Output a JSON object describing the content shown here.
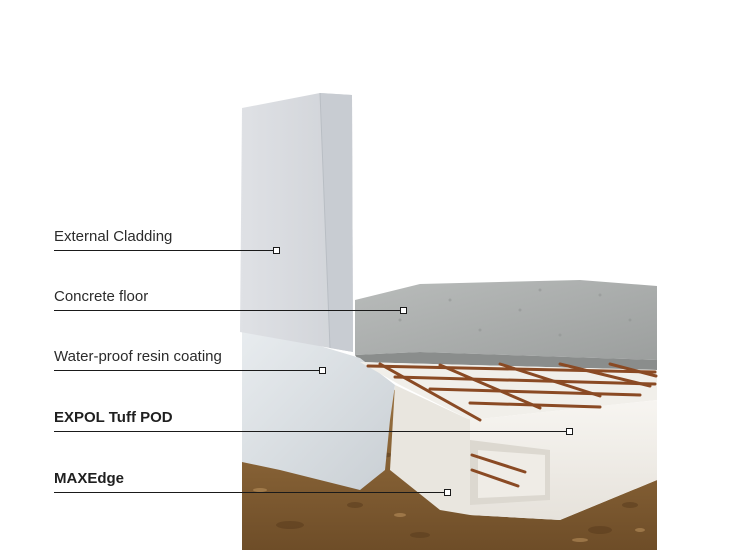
{
  "callouts": [
    {
      "id": "external-cladding",
      "label": "External Cladding",
      "bold": false
    },
    {
      "id": "concrete-floor",
      "label": "Concrete floor",
      "bold": false
    },
    {
      "id": "waterproof-resin-coating",
      "label": "Water-proof resin coating",
      "bold": false
    },
    {
      "id": "expol-tuff-pod",
      "label": "EXPOL Tuff POD",
      "bold": true
    },
    {
      "id": "maxedge",
      "label": "MAXEdge",
      "bold": true
    }
  ]
}
